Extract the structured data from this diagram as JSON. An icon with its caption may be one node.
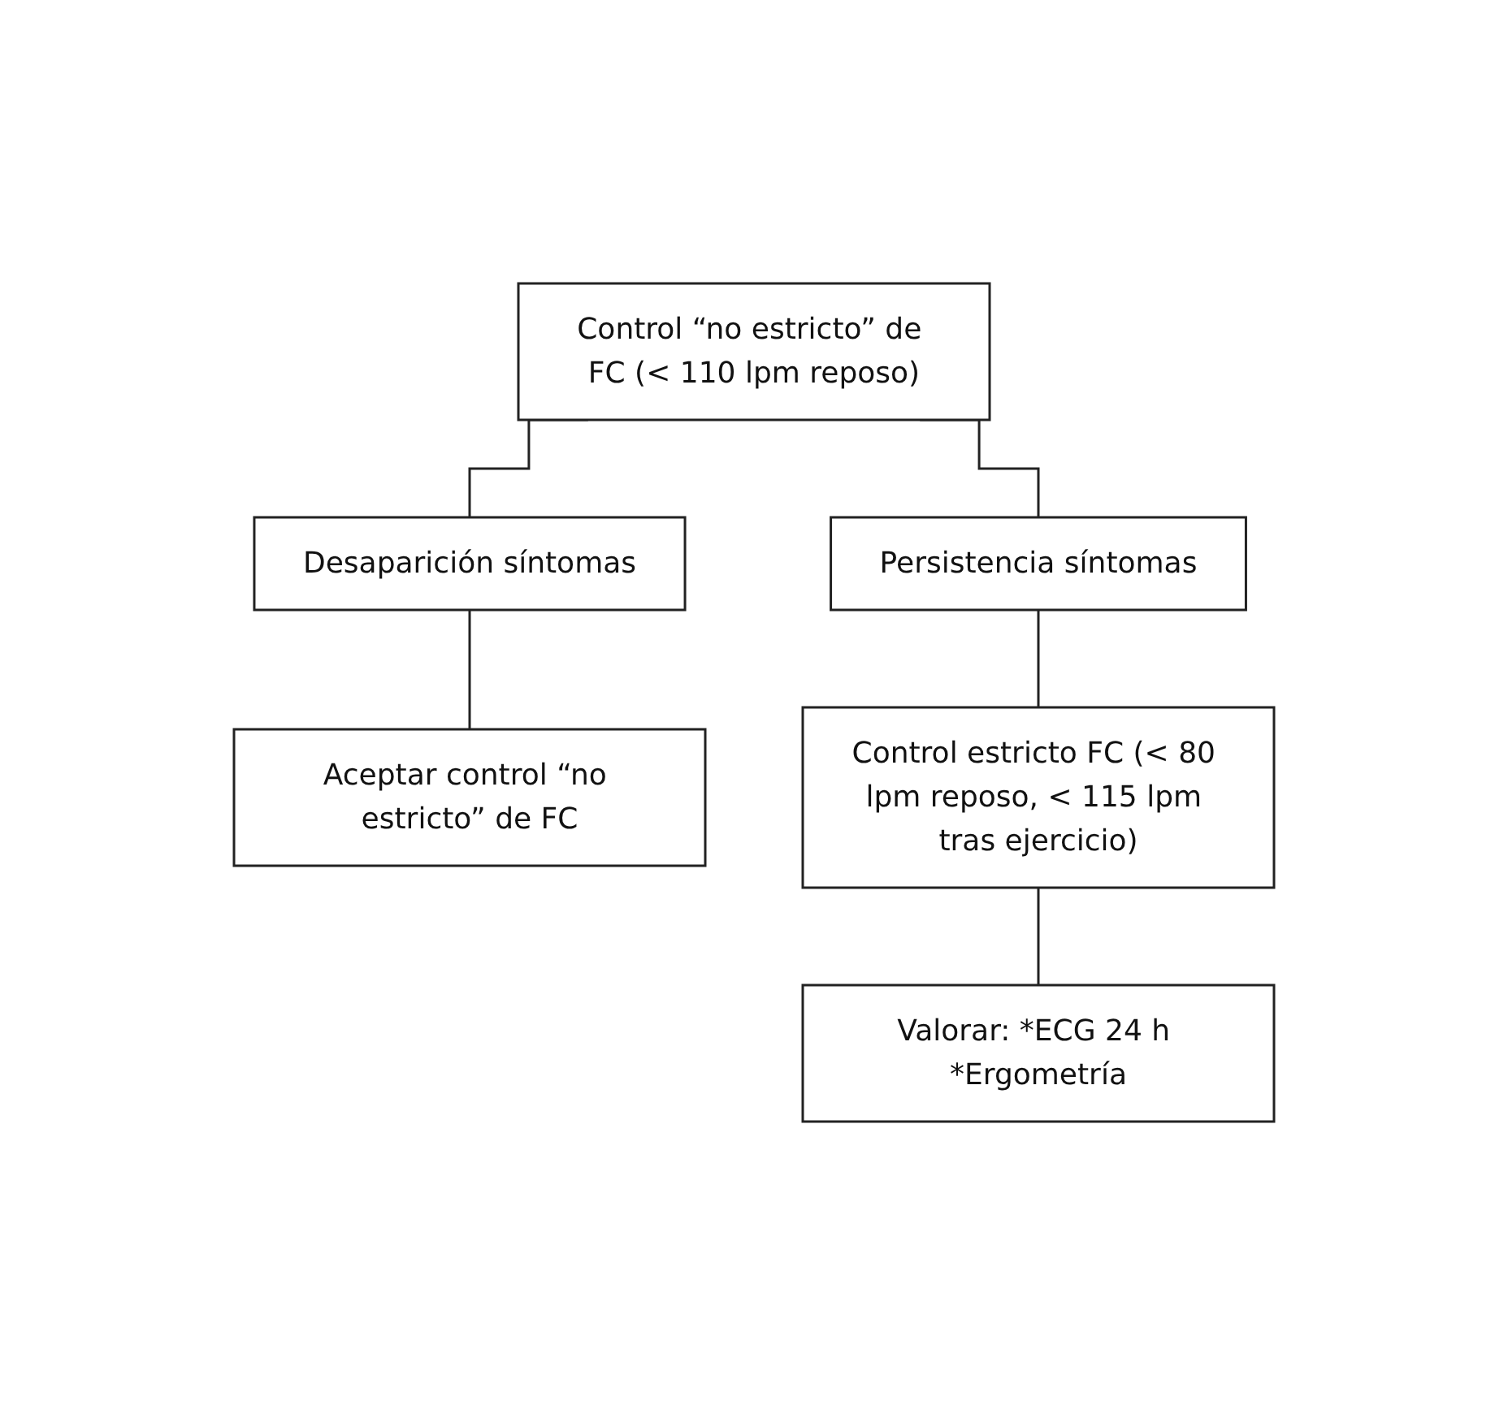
{
  "diagram": {
    "nodes": [
      {
        "text": [
          "Control “no estricto” de FC (< 110 lpm reposo)"
        ]
      },
      {
        "text": [
          "Desaparición síntomas"
        ]
      },
      {
        "text": [
          "Persistencia síntomas"
        ]
      },
      {
        "text": [
          "Aceptar control “no estricto” de FC"
        ]
      },
      {
        "text": [
          "Control estricto FC (< 80 lpm reposo, < 115 lpm tras ejercicio)"
        ]
      },
      {
        "text": [
          "Valorar: *ECG 24 h *Ergometría"
        ]
      }
    ],
    "edges": [
      {
        "from": 0,
        "to": 1,
        "arrow": "none"
      },
      {
        "from": 0,
        "to": 2,
        "arrow": "none"
      },
      {
        "from": 1,
        "to": 3,
        "arrow": "none"
      },
      {
        "from": 2,
        "to": 4,
        "arrow": "none"
      },
      {
        "from": 4,
        "to": 5,
        "arrow": "none"
      }
    ]
  }
}
